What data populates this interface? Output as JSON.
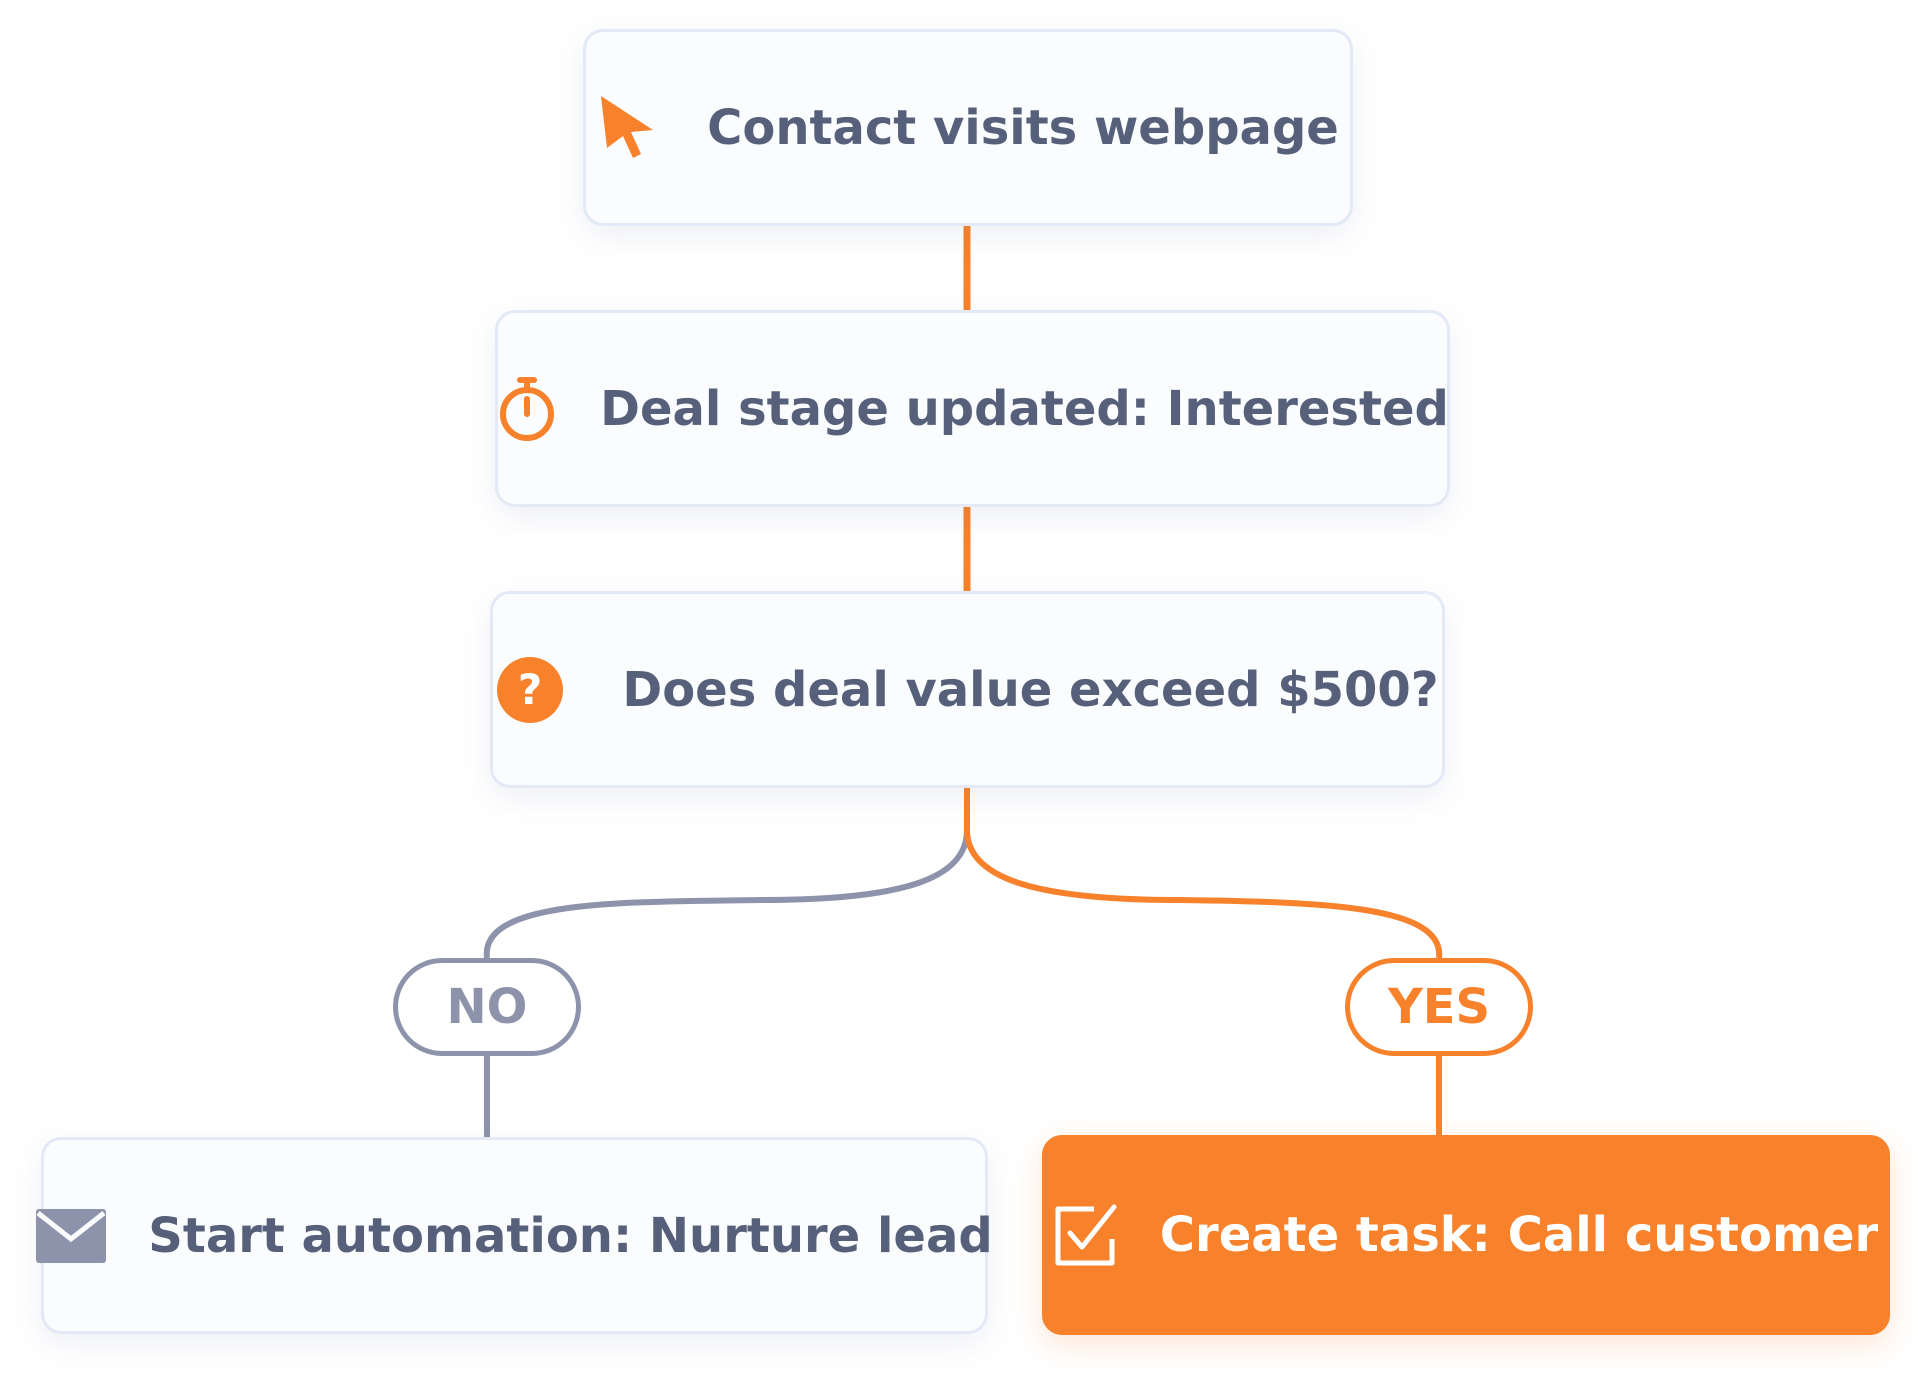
{
  "colors": {
    "accent": "#f7822b",
    "muted": "#8d93ab",
    "text": "#56607a",
    "card_border": "#e3e9f7"
  },
  "nodes": {
    "visit": {
      "label": "Contact visits webpage",
      "icon": "cursor-icon"
    },
    "deal": {
      "label": "Deal stage updated: Interested",
      "icon": "stopwatch-icon"
    },
    "question": {
      "label": "Does deal value exceed $500?",
      "icon": "question-icon"
    },
    "nurture": {
      "label": "Start automation: Nurture lead",
      "icon": "envelope-icon"
    },
    "task": {
      "label": "Create task: Call customer",
      "icon": "checkbox-icon"
    }
  },
  "branches": {
    "no": "NO",
    "yes": "YES"
  }
}
